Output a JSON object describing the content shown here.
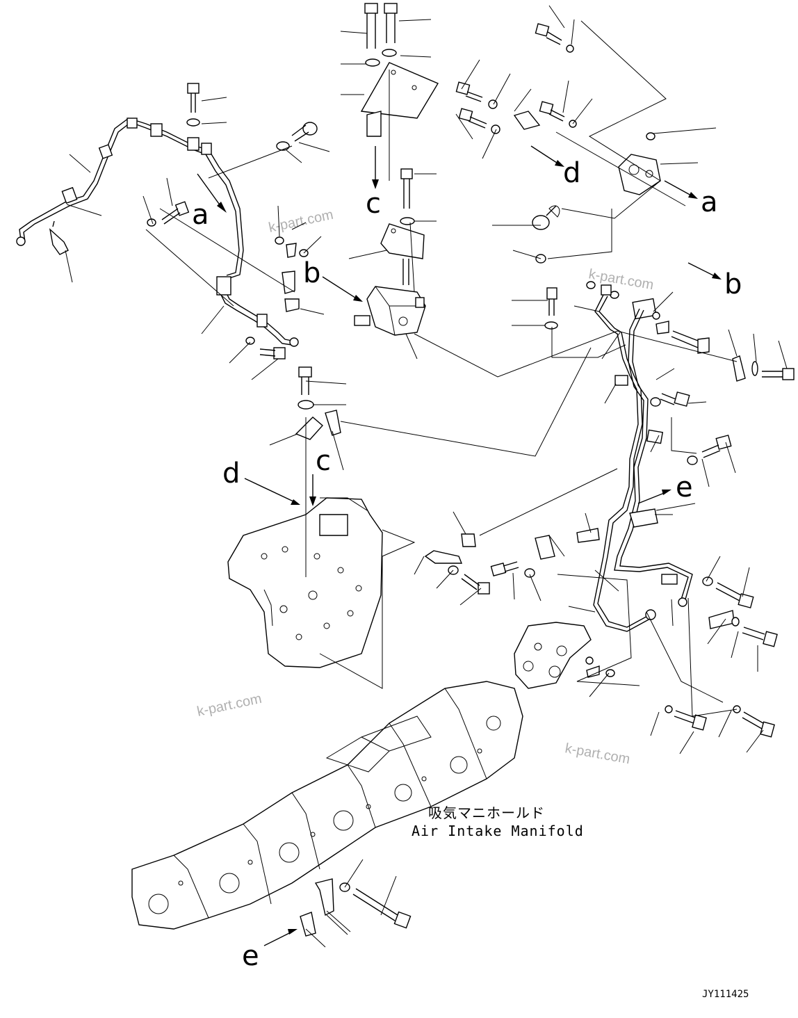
{
  "diagram": {
    "caption_jp": "吸気マニホールド",
    "caption_en": "Air Intake Manifold",
    "drawing_code": "JY111425",
    "watermark": "k-part.com",
    "callouts": {
      "a": "a",
      "b": "b",
      "c": "c",
      "d": "d",
      "e": "e"
    }
  }
}
